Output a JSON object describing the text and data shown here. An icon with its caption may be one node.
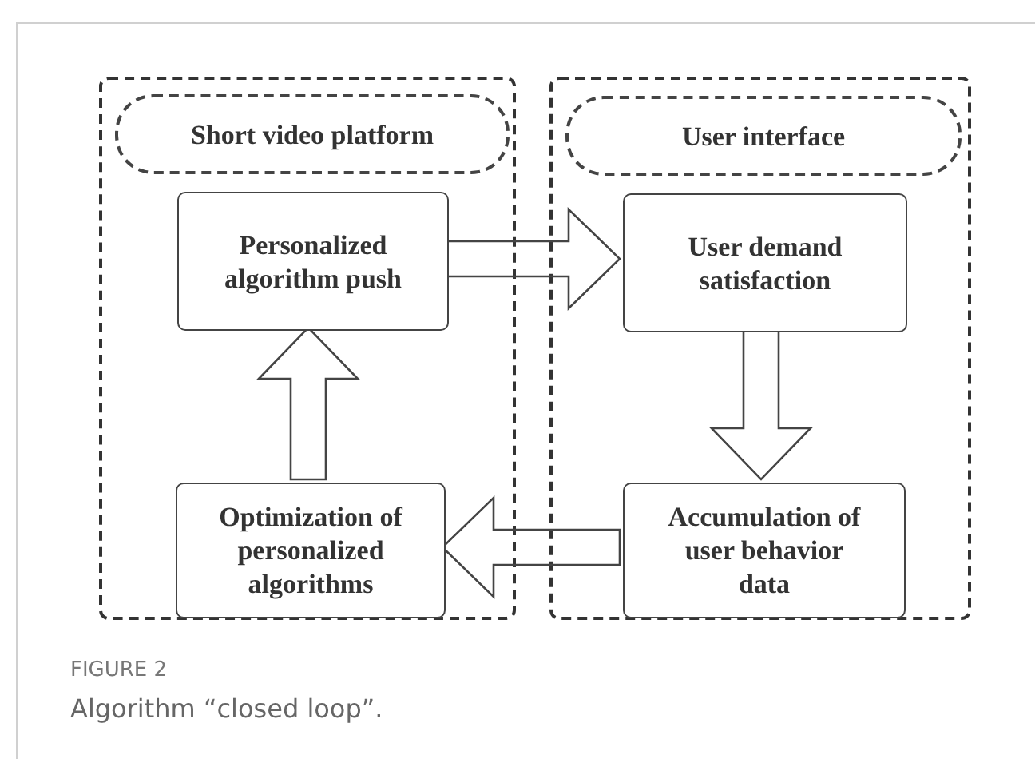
{
  "diagram": {
    "caption": "Algorithm “closed loop”.",
    "nodes": [
      {
        "text": [],
        "shape": "box"
      },
      {
        "text": [
          "Short video platform"
        ],
        "in": 0
      },
      {
        "text": [
          "Personalized algorithm push"
        ],
        "in": 0
      },
      {
        "text": [
          "Optimization of personalized algorithms"
        ],
        "in": 0
      },
      {
        "text": [],
        "shape": "box"
      },
      {
        "text": [
          "User interface"
        ],
        "in": 4
      },
      {
        "text": [
          "User demand satisfaction"
        ],
        "in": 4
      },
      {
        "text": [
          "Accumulation of user behavior data"
        ],
        "in": 4
      }
    ],
    "edges": [
      {
        "from": 2,
        "to": 6,
        "arrow": "to"
      },
      {
        "from": 6,
        "to": 7,
        "arrow": "to"
      },
      {
        "from": 7,
        "to": 3,
        "arrow": "to"
      },
      {
        "from": 3,
        "to": 2,
        "arrow": "to"
      }
    ],
    "labels": [
      "FIGURE 2"
    ]
  }
}
